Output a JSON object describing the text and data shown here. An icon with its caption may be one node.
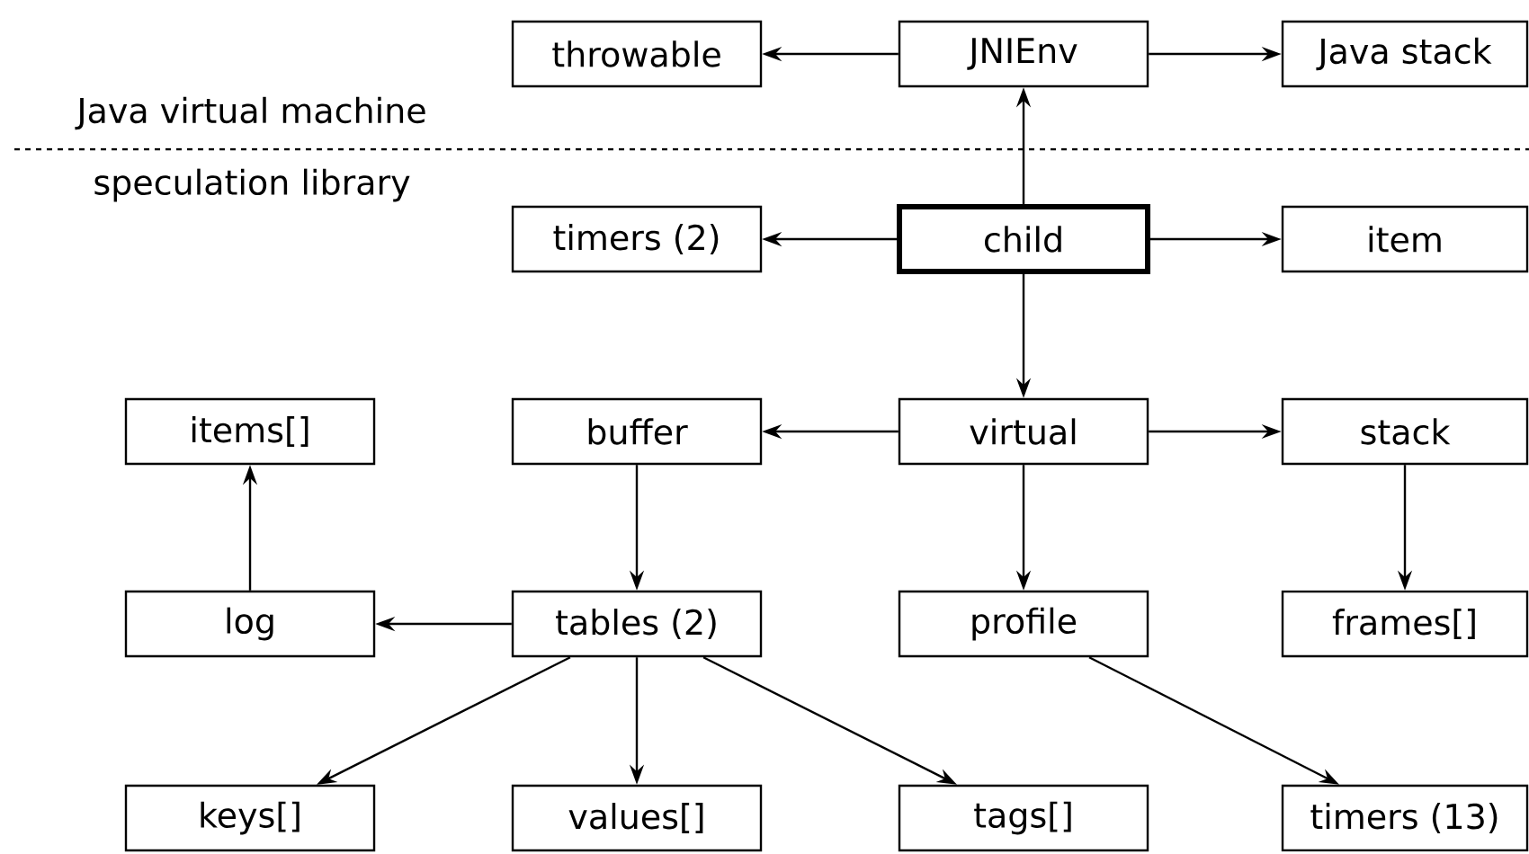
{
  "diagram": {
    "nodes": [
      {
        "text": [
          "throwable"
        ]
      },
      {
        "text": [
          "JNIEnv"
        ]
      },
      {
        "text": [
          "Java stack"
        ]
      },
      {
        "text": [
          "child"
        ]
      },
      {
        "text": [
          "timers (2)"
        ]
      },
      {
        "text": [
          "item"
        ]
      },
      {
        "text": [
          "virtual"
        ]
      },
      {
        "text": [
          "buffer"
        ]
      },
      {
        "text": [
          "stack"
        ]
      },
      {
        "text": [
          "items[]"
        ]
      },
      {
        "text": [
          "log"
        ]
      },
      {
        "text": [
          "tables (2)"
        ]
      },
      {
        "text": [
          "profile"
        ]
      },
      {
        "text": [
          "frames[]"
        ]
      },
      {
        "text": [
          "keys[]"
        ]
      },
      {
        "text": [
          "values[]"
        ]
      },
      {
        "text": [
          "tags[]"
        ]
      },
      {
        "text": [
          "timers (13)"
        ]
      }
    ],
    "edges": [
      {
        "from": 1,
        "to": 0,
        "arrow": "to"
      },
      {
        "from": 1,
        "to": 2,
        "arrow": "to"
      },
      {
        "from": 3,
        "to": 1,
        "arrow": "to"
      },
      {
        "from": 3,
        "to": 4,
        "arrow": "to"
      },
      {
        "from": 3,
        "to": 5,
        "arrow": "to"
      },
      {
        "from": 3,
        "to": 6,
        "arrow": "to"
      },
      {
        "from": 6,
        "to": 7,
        "arrow": "to"
      },
      {
        "from": 6,
        "to": 8,
        "arrow": "to"
      },
      {
        "from": 6,
        "to": 12,
        "arrow": "to"
      },
      {
        "from": 7,
        "to": 11,
        "arrow": "to"
      },
      {
        "from": 8,
        "to": 13,
        "arrow": "to"
      },
      {
        "from": 11,
        "to": 10,
        "arrow": "to"
      },
      {
        "from": 10,
        "to": 9,
        "arrow": "to"
      },
      {
        "from": 11,
        "to": 14,
        "arrow": "to"
      },
      {
        "from": 11,
        "to": 15,
        "arrow": "to"
      },
      {
        "from": 11,
        "to": 16,
        "arrow": "to"
      },
      {
        "from": 12,
        "to": 17,
        "arrow": "to"
      }
    ],
    "labels": [
      "Java virtual machine",
      "speculation library"
    ]
  }
}
